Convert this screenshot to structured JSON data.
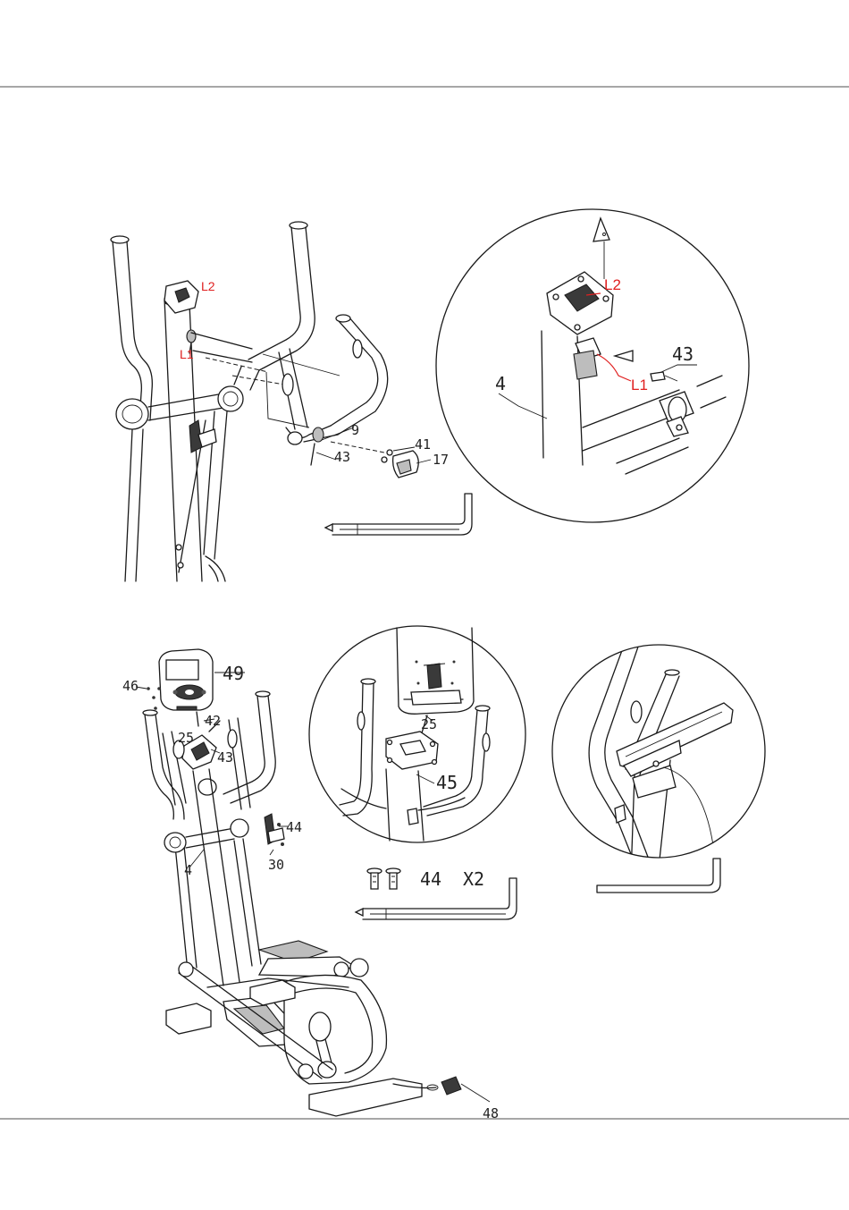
{
  "labels": {
    "top_left": {
      "l2": "L2",
      "l1": "L1",
      "p9": "9",
      "p43": "43",
      "p41": "41",
      "p17": "17"
    },
    "detail_circle": {
      "l2": "L2",
      "l1": "L1",
      "p43": "43",
      "p4": "4"
    },
    "bottom_left": {
      "p46": "46",
      "p49": "49",
      "p42": "42",
      "p25": "25",
      "p43": "43",
      "p44": "44",
      "p30": "30",
      "p4": "4",
      "p48": "48"
    },
    "bottom_detail": {
      "p25": "25",
      "p45": "45"
    },
    "hardware": {
      "part": "44",
      "qty": "X2"
    }
  }
}
